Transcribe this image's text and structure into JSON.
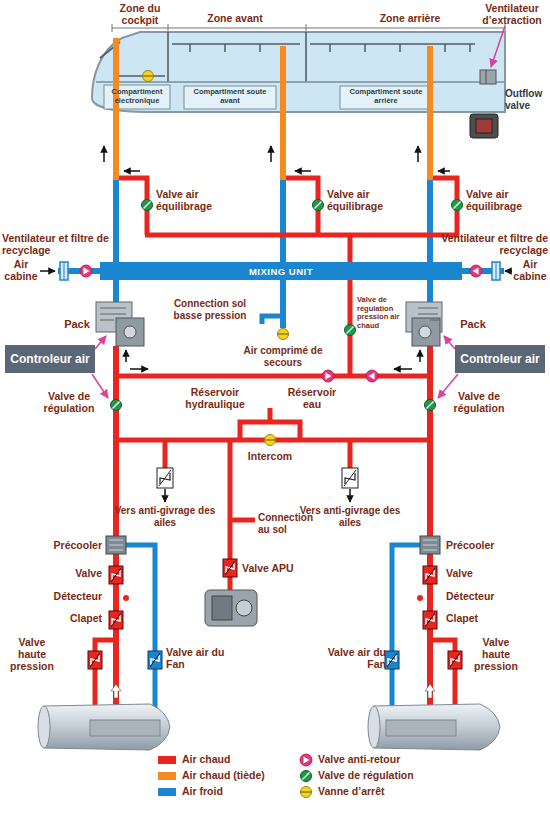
{
  "diagram": {
    "nodes": [
      {
        "text": [
          "MIXING UNIT"
        ]
      },
      {
        "text": [
          "Controleur air"
        ]
      },
      {
        "text": [
          "Controleur air"
        ]
      }
    ],
    "labels": [
      "Zone du cockpit",
      "Zone avant",
      "Zone arrière",
      "Ventilateur d’extraction",
      "Compartiment électronique",
      "Compartiment soute avant",
      "Compartiment soute arrière",
      "Outflow valve",
      "Valve air équilibrage",
      "Valve air équilibrage",
      "Valve air équilibrage",
      "Ventilateur et filtre de recyclage",
      "Air cabine",
      "Ventilateur et filtre de recyclage",
      "Air cabine",
      "Connection sol basse pression",
      "Valve de régulation pression air chaud",
      "Pack",
      "Pack",
      "Air comprimé de secours",
      "Valve de régulation",
      "Valve de régulation",
      "Réservoir hydraulique",
      "Réservoir eau",
      "Intercom",
      "Vers anti-givrage des ailes",
      "Vers anti-givrage des ailes",
      "Connection au sol",
      "Valve APU",
      "Précooler",
      "Valve",
      "Détecteur",
      "Clapet",
      "Valve haute pression",
      "Valve air du Fan",
      "Valve air du Fan",
      "Précooler",
      "Valve",
      "Détecteur",
      "Clapet",
      "Valve haute pression"
    ],
    "legend": [
      {
        "text": "Air chaud",
        "color": "#e8251f"
      },
      {
        "text": "Air chaud (tiède)",
        "color": "#f58a1f"
      },
      {
        "text": "Air froid",
        "color": "#1b86d0"
      },
      {
        "text": "Valve anti-retour"
      },
      {
        "text": "Valve de régulation"
      },
      {
        "text": "Vanne d’arrêt"
      }
    ]
  }
}
